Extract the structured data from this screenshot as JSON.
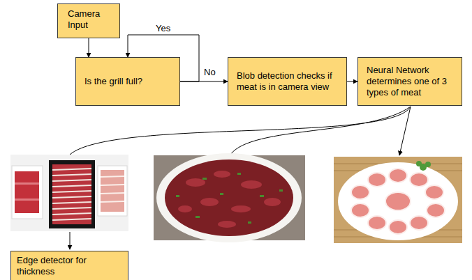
{
  "diagram": {
    "nodes": [
      {
        "text": [
          "Camera Input"
        ]
      },
      {
        "text": [
          "Is the grill full?"
        ]
      },
      {
        "text": [
          "Blob detection checks if meat is in camera view"
        ]
      },
      {
        "text": [
          "Neural Network determines one of 3 types of meat"
        ]
      },
      {
        "text": [
          "Edge detector for thickness"
        ]
      }
    ],
    "edges": [
      {
        "from": 0,
        "to": 1,
        "arrow": "to"
      },
      {
        "from": 1,
        "to": 1,
        "label": "Yes",
        "arrow": "to"
      },
      {
        "from": 1,
        "to": 2,
        "label": "No",
        "arrow": "to"
      },
      {
        "from": 2,
        "to": 3,
        "arrow": "to"
      }
    ]
  }
}
